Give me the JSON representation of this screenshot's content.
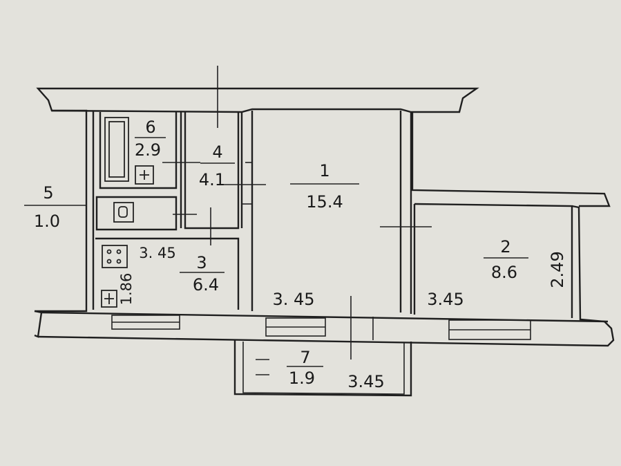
{
  "rooms": [
    {
      "number": "1",
      "area": "15.4"
    },
    {
      "number": "2",
      "area": "8.6"
    },
    {
      "number": "3",
      "area": "6.4"
    },
    {
      "number": "4",
      "area": "4.1"
    },
    {
      "number": "5",
      "area": "1.0"
    },
    {
      "number": "6",
      "area": "2.9"
    },
    {
      "number": "7",
      "area": "1.9"
    }
  ],
  "dimensions": {
    "room1_width": "3. 45",
    "room2_width": "3.45",
    "room2_depth": "2.49",
    "kitchen_width": "3. 45",
    "kitchen_depth": "1.86",
    "balcony_width": "3.45"
  },
  "colors": {
    "paper": "#e3e2dc",
    "ink": "#1f1f1f"
  }
}
